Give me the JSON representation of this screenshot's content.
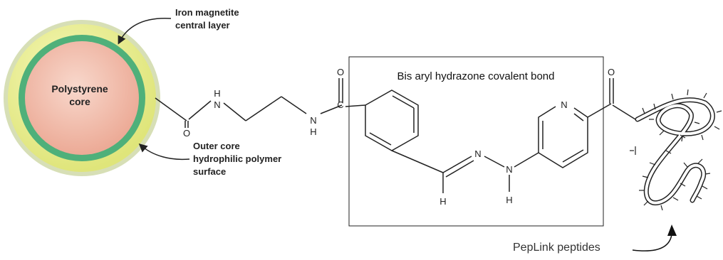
{
  "bead": {
    "core_label_line1": "Polystyrene",
    "core_label_line2": "core",
    "iron_label_line1": "Iron magnetite",
    "iron_label_line2": "central layer",
    "outer_label_line1": "Outer core",
    "outer_label_line2": "hydrophilic polymer",
    "outer_label_line3": "surface",
    "colors": {
      "core": "#f2b8a6",
      "green_ring": "#4fb07a",
      "outer_ring": "#e9ee8a",
      "rim": "#d7dfb6"
    }
  },
  "molecule": {
    "box_title": "Bis aryl hydrazone covalent bond",
    "atom_O": "O",
    "atom_N": "N",
    "atom_H": "H",
    "atom_C": "C"
  },
  "peptide": {
    "label": "PepLink peptides"
  }
}
